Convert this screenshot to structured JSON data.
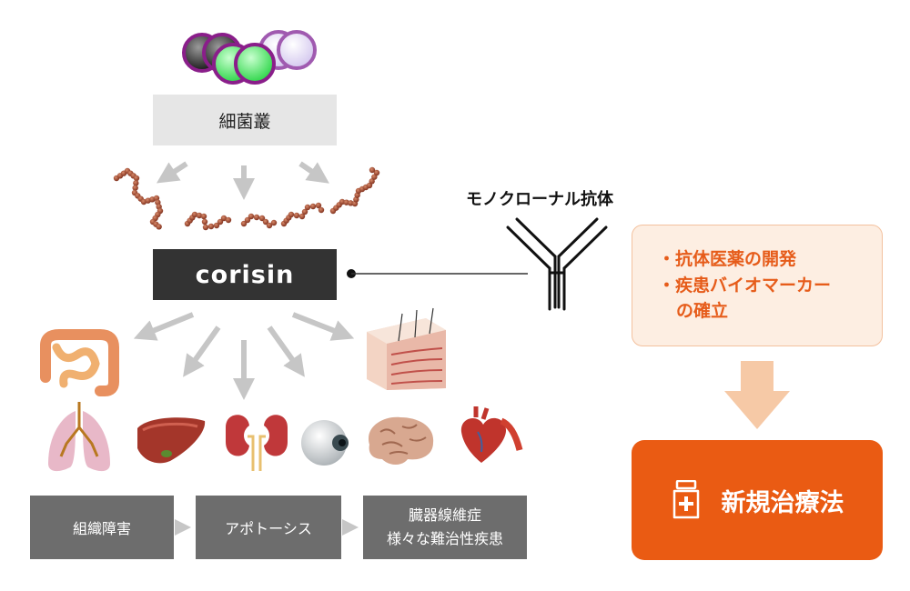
{
  "bacteria_label": "細菌叢",
  "corisin_label": "corisin",
  "antibody_label": "モノクローナル抗体",
  "outcomes": [
    "・抗体医薬の開発",
    "・疾患バイオマーカー",
    "の確立"
  ],
  "therapy_label": "新規治療法",
  "stages": [
    "組織障害",
    "アポトーシス",
    "臓器線維症",
    "様々な難治性疾患"
  ],
  "colors": {
    "accent": "#ea5b13",
    "accent_light": "#fdeee2",
    "dark_box": "#333333",
    "stage_box": "#6d6d6d",
    "arrow_gray": "#c6c6c6",
    "big_arrow": "#f6c9a6"
  }
}
